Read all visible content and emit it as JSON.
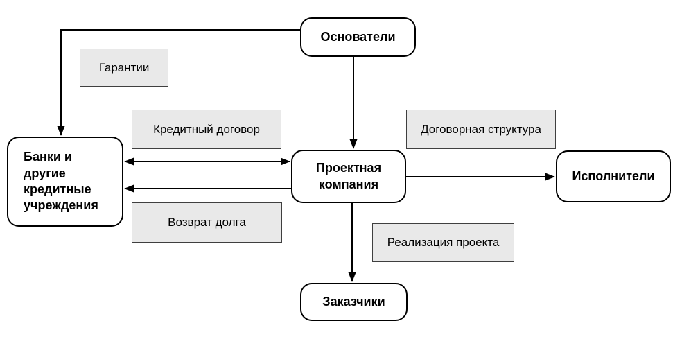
{
  "diagram": {
    "nodes": {
      "founders": "Основатели",
      "banks": "Банки и\nдругие\nкредитные\nучреждения",
      "project_company": "Проектная\nкомпания",
      "contractors": "Исполнители",
      "customers": "Заказчики"
    },
    "edge_labels": {
      "guarantees": "Гарантии",
      "credit_agreement": "Кредитный договор",
      "contract_structure": "Договорная структура",
      "debt_repayment": "Возврат долга",
      "project_implementation": "Реализация проекта"
    },
    "colors": {
      "node_fill": "#ffffff",
      "node_border": "#000000",
      "label_fill": "#e9e9e9",
      "label_border": "#3f3f3f",
      "arrow": "#000000",
      "background": "#ffffff"
    }
  }
}
